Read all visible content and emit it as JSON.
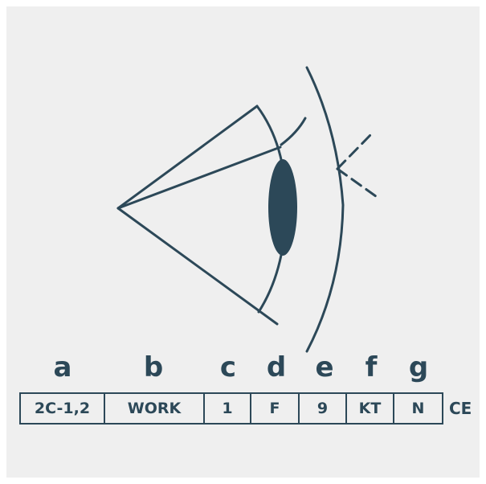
{
  "colors": {
    "ink": "#2c4858",
    "panel": "#efefef"
  },
  "legend_letters": [
    "a",
    "b",
    "c",
    "d",
    "e",
    "f",
    "g"
  ],
  "marking_fields": [
    "2C-1,2",
    "WORK",
    "1",
    "F",
    "9",
    "KT",
    "N"
  ],
  "ce_mark": "CE"
}
